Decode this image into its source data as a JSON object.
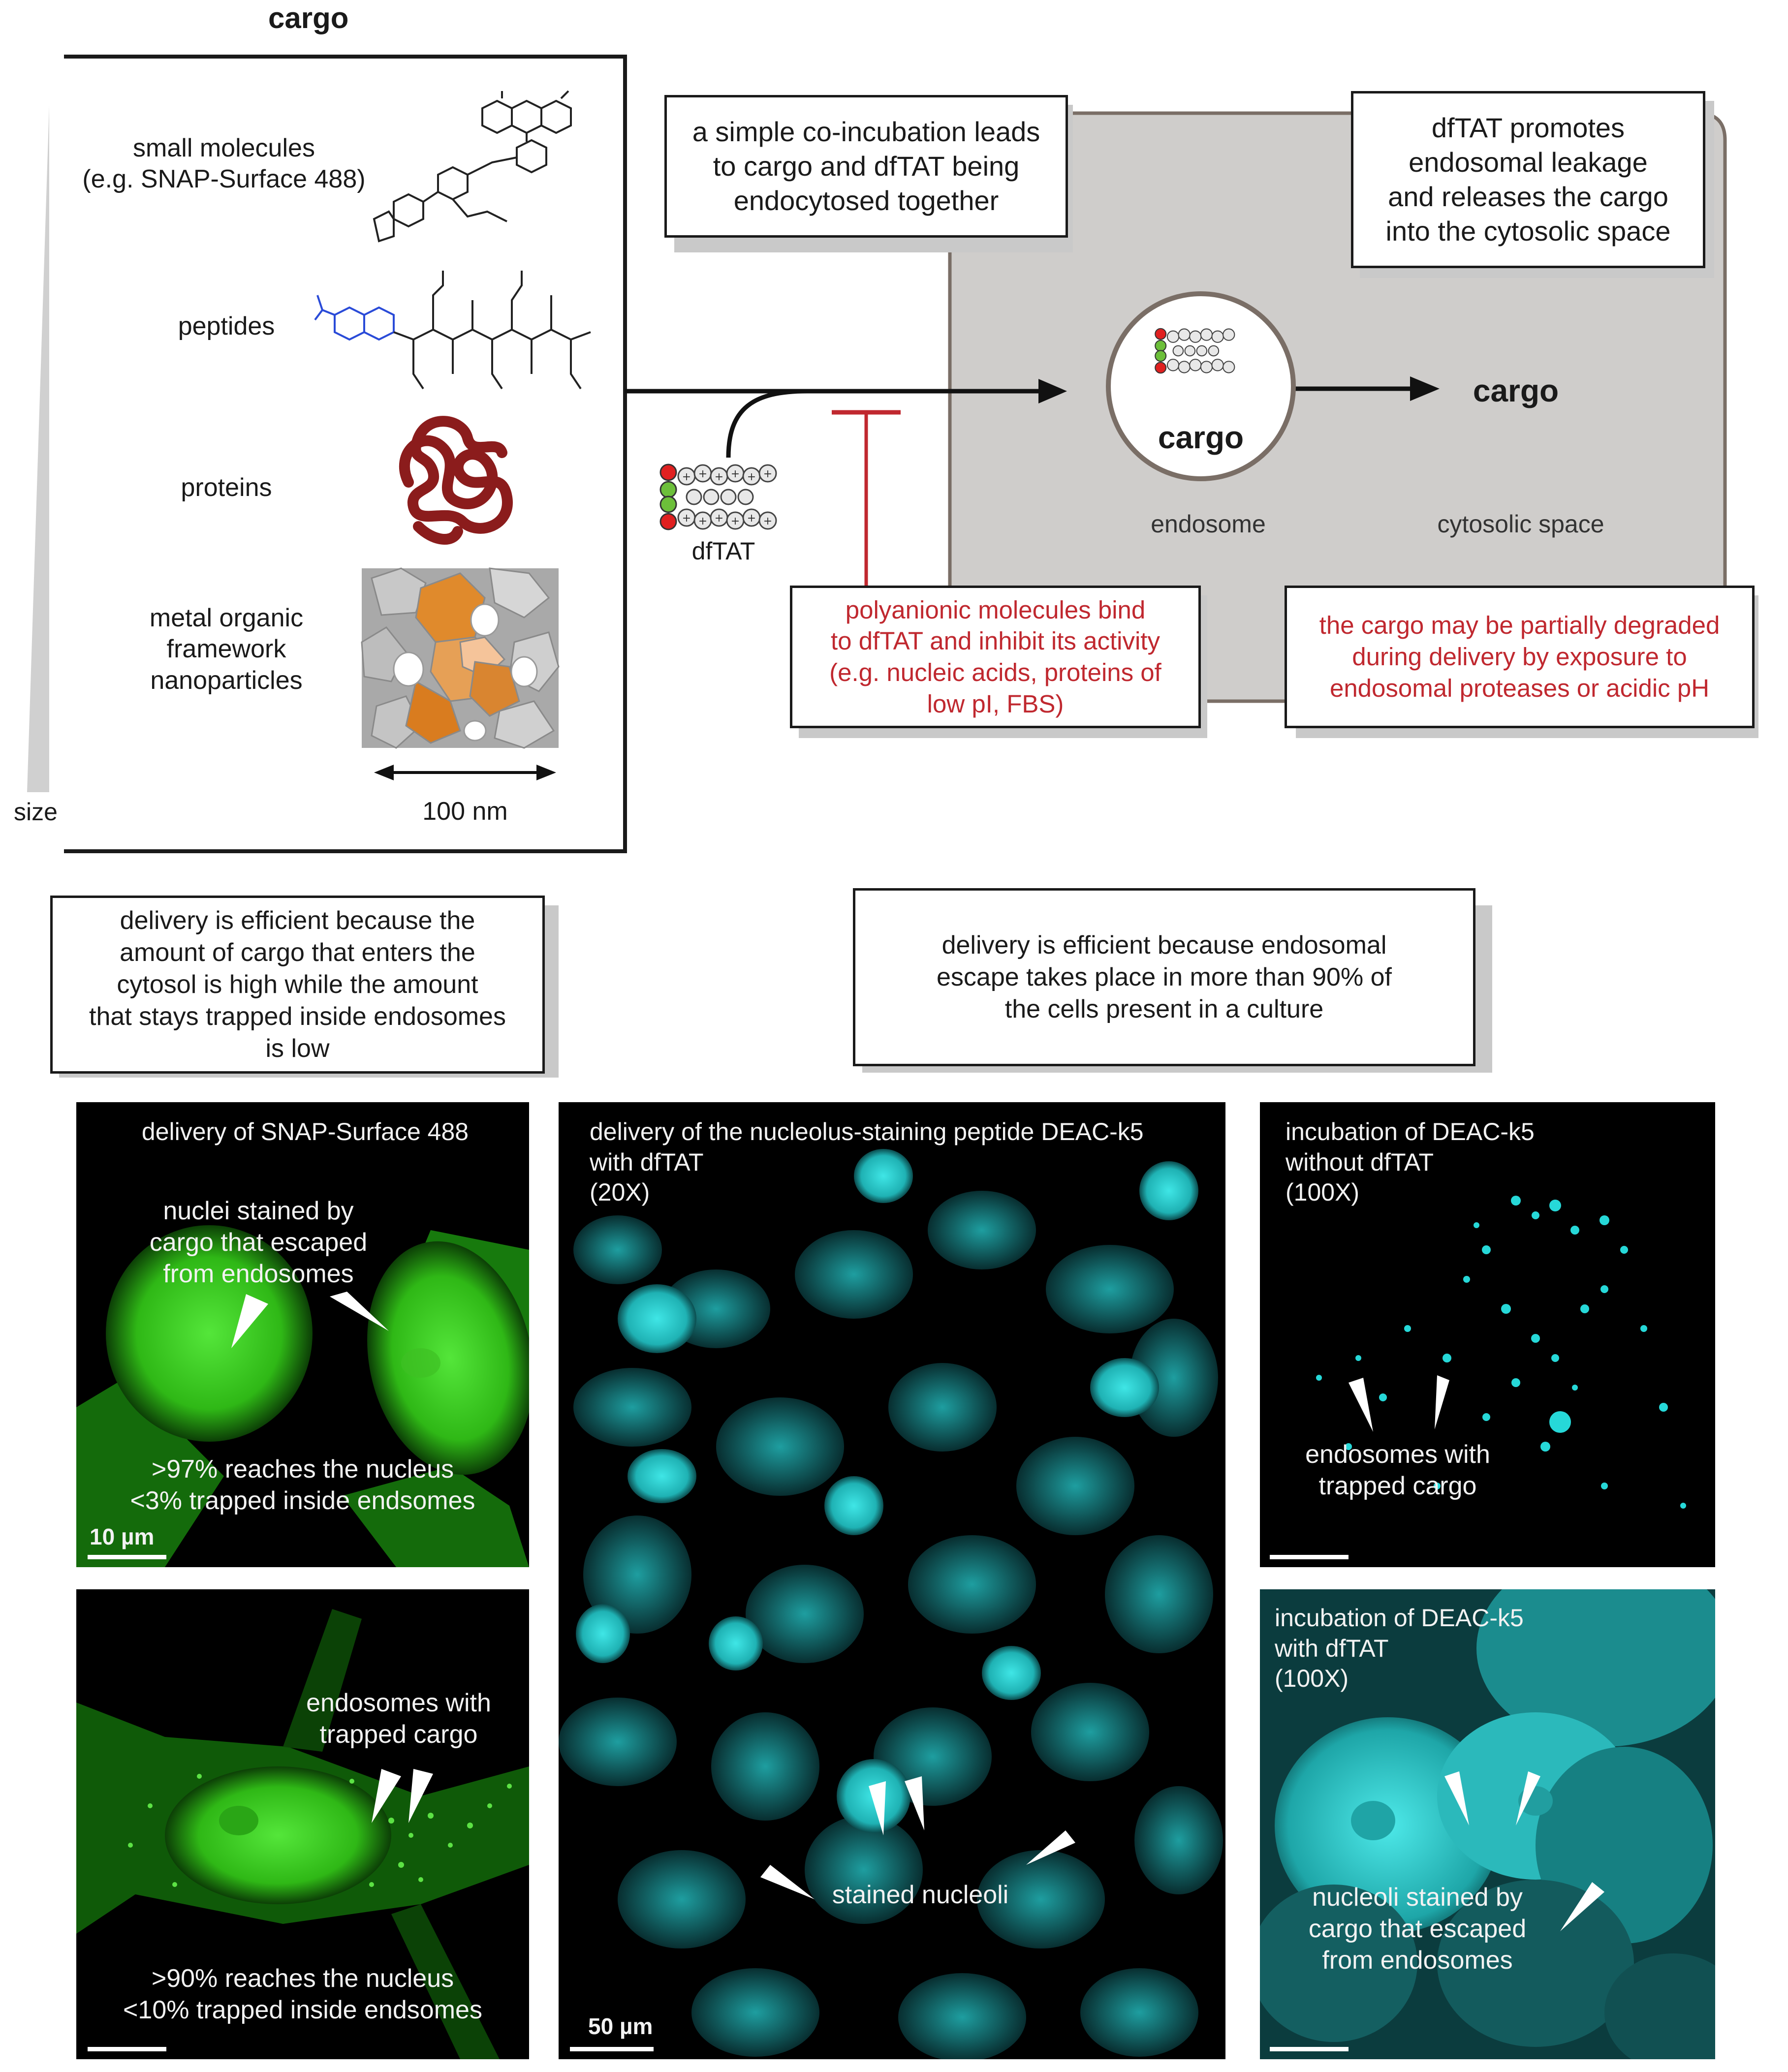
{
  "cargo_column": {
    "title": "cargo",
    "size_label": "size",
    "items": [
      {
        "label": "small molecules\n(e.g. SNAP-Surface 488)"
      },
      {
        "label": "peptides"
      },
      {
        "label": "proteins"
      },
      {
        "label": "metal organic\nframework\nnanoparticles"
      }
    ],
    "scale_label": "100 nm"
  },
  "mechanism": {
    "coincubation_note": "a simple co-incubation leads\nto cargo and dfTAT being\nendocytosed together",
    "leakage_note": "dfTAT promotes\nendosomal leakage\nand releases the cargo\ninto the cytosolic space",
    "dftat_label": "dfTAT",
    "endosome_cargo": "cargo",
    "endosome_label": "endosome",
    "released_cargo": "cargo",
    "cytosol_label": "cytosolic space",
    "inhibition_note": "polyanionic molecules bind\nto dfTAT and inhibit its activity\n(e.g. nucleic acids, proteins of\nlow pI, FBS)",
    "degradation_note": "the cargo may be partially degraded\nduring delivery by exposure to\nendosomal proteases or acidic pH"
  },
  "efficiency_notes": {
    "left": "delivery is efficient because the\namount of cargo that enters the\ncytosol is high while the amount\nthat stays trapped inside endosomes\nis low",
    "right": "delivery is efficient because endosomal\nescape takes place in more than 90% of\nthe cells present in a culture"
  },
  "micrographs": {
    "snap_top": {
      "title": "delivery of SNAP-Surface 488",
      "annotation": "nuclei stained by\ncargo that escaped\nfrom endosomes",
      "stats": ">97% reaches the nucleus\n<3% trapped inside endsomes",
      "scale": "10 µm"
    },
    "snap_bottom": {
      "annotation": "endosomes with\ntrapped cargo",
      "stats": ">90% reaches the nucleus\n<10% trapped inside endsomes"
    },
    "deac_20x": {
      "title": "delivery of the nucleolus-staining peptide DEAC-k5\nwith dfTAT\n(20X)",
      "annotation": "stained nucleoli",
      "scale": "50 µm"
    },
    "deac_without": {
      "title": "incubation of DEAC-k5\nwithout dfTAT\n(100X)",
      "annotation": "endosomes with\ntrapped cargo"
    },
    "deac_with": {
      "title": "incubation of DEAC-k5\nwith dfTAT\n(100X)",
      "annotation": "nucleoli stained by\ncargo that escaped\nfrom endosomes"
    }
  },
  "colors": {
    "inhibition_red": "#c0282f",
    "cytosol_gray": "#cfcdcb",
    "gfp_green": "#3dd21a",
    "cyan": "#2fd6d6",
    "protein": "#8b1c1c",
    "mof_orange": "#e08a2c"
  }
}
